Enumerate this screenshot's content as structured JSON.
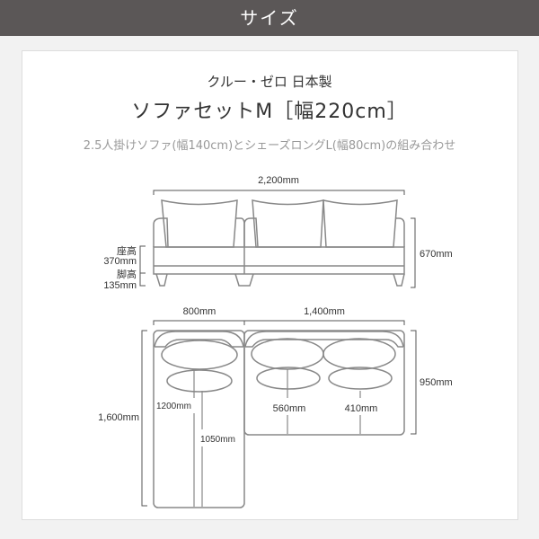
{
  "header": {
    "title": "サイズ"
  },
  "product": {
    "series": "クルー・ゼロ  日本製",
    "name": "ソファセットM［幅220cm］",
    "description": "2.5人掛けソファ(幅140cm)とシェーズロングL(幅80cm)の組み合わせ"
  },
  "front_view": {
    "width": "2,200mm",
    "height": "670mm",
    "seat_height_label": "座高",
    "seat_height": "370mm",
    "leg_height_label": "脚高",
    "leg_height": "135mm"
  },
  "top_view": {
    "left_width": "800mm",
    "right_width": "1,400mm",
    "left_depth": "1,600mm",
    "right_depth": "950mm",
    "chaise_seat_1": "1200mm",
    "chaise_seat_2": "1050mm",
    "seat_depth_1": "560mm",
    "seat_depth_2": "410mm"
  },
  "colors": {
    "header": "#5b5757",
    "line": "#888888"
  }
}
